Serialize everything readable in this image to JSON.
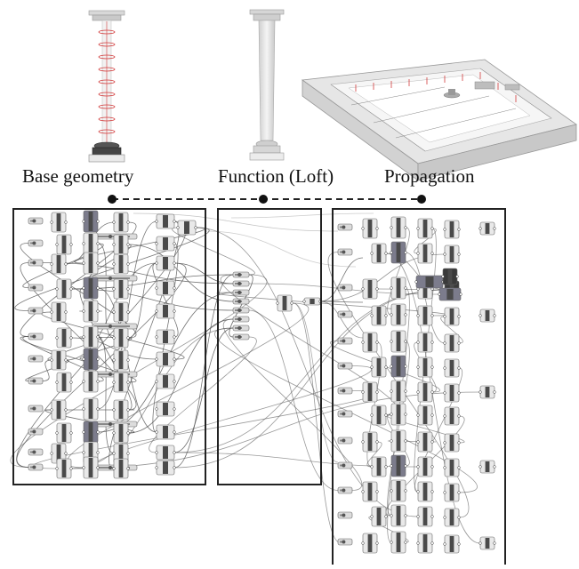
{
  "labels": {
    "base": "Base geometry",
    "function": "Function (Loft)",
    "propagation": "Propagation"
  },
  "colors": {
    "frame": "#222222",
    "wire": "#555555",
    "node_fill": "#e9e9e9",
    "node_dark": "#3a3a3a",
    "slider_fill": "#dcdcdc",
    "highlight": "#7c7c8c",
    "red_guides": "#d23b3b"
  },
  "icons": [
    "column-section-render",
    "lofted-column-render",
    "courtyard-cloister-render"
  ]
}
